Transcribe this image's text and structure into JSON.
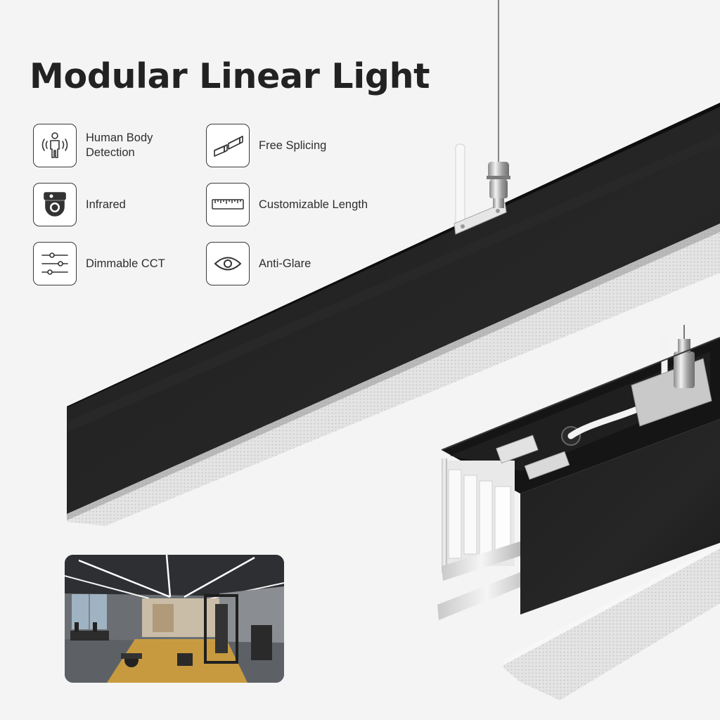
{
  "title": "Modular Linear Light",
  "features": [
    {
      "icon": "human-body-icon",
      "label_line1": "Human Body",
      "label_line2": "Detection"
    },
    {
      "icon": "free-splicing-icon",
      "label_line1": "Free Splicing",
      "label_line2": ""
    },
    {
      "icon": "infrared-camera-icon",
      "label_line1": "Infrared",
      "label_line2": ""
    },
    {
      "icon": "ruler-icon",
      "label_line1": "Customizable Length",
      "label_line2": ""
    },
    {
      "icon": "sliders-icon",
      "label_line1": "Dimmable CCT",
      "label_line2": ""
    },
    {
      "icon": "eye-icon",
      "label_line1": "Anti-Glare",
      "label_line2": ""
    }
  ],
  "colors": {
    "background": "#f4f4f4",
    "fixture_body": "#1b1b1b",
    "diffuser": "#d9d9d9",
    "gym_floor_accent": "#d9a43a"
  }
}
